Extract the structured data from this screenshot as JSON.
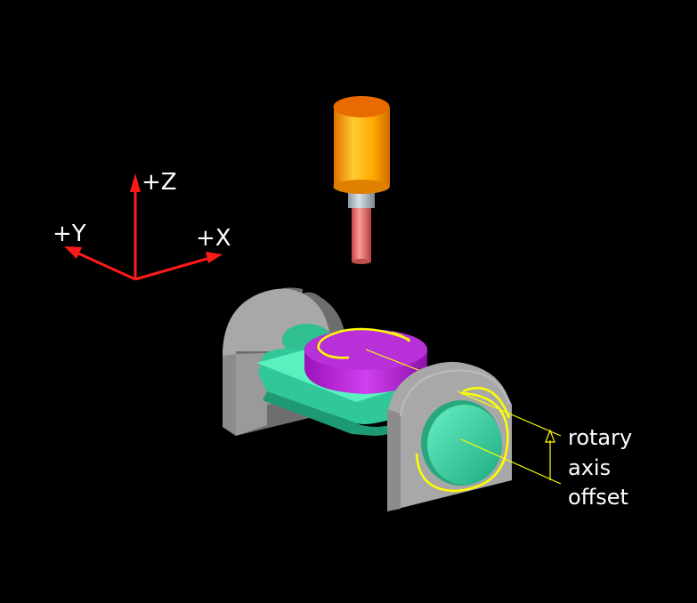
{
  "axes": {
    "z_label": "+Z",
    "y_label": "+Y",
    "x_label": "+X",
    "color": "#ff1a1a"
  },
  "annotation": {
    "line1": "rotary",
    "line2": "axis",
    "line3": "offset",
    "color": "#ffffff",
    "leader_color": "#ffff00"
  },
  "colors": {
    "background": "#000000",
    "spindle": "#ff9900",
    "tool": "#e87070",
    "trunnion_support": "#9a9a9a",
    "trunnion_table": "#33ddaa",
    "rotary_table": "#aa22cc",
    "rotation_arrows": "#ffff00"
  }
}
